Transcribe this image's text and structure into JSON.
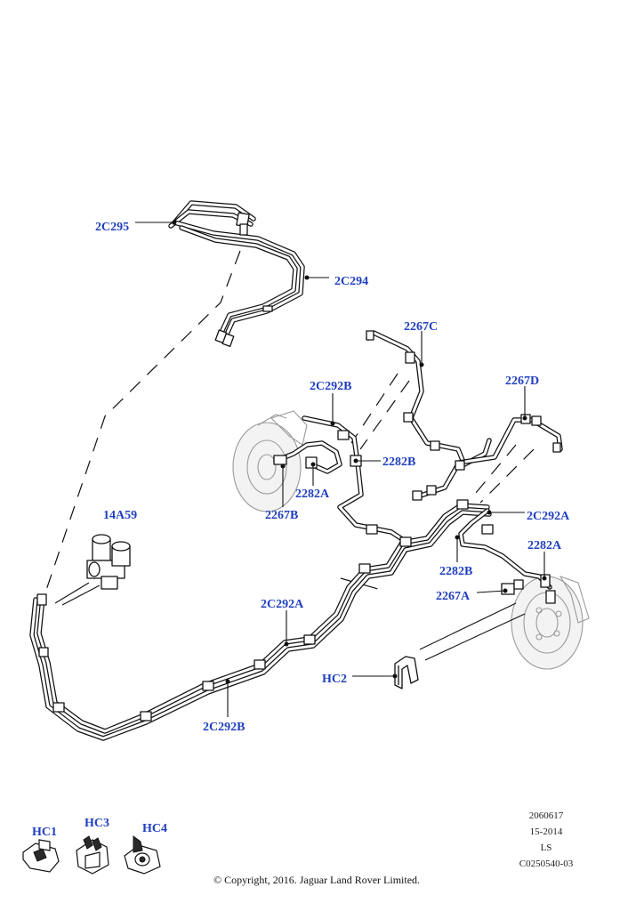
{
  "labels": {
    "c295": "2C295",
    "c294": "2C294",
    "p2267c": "2267C",
    "c292b_top": "2C292B",
    "p2267d": "2267D",
    "p2282b_top": "2282B",
    "p2282a_top": "2282A",
    "p2267b": "2267B",
    "c292a_right": "2C292A",
    "p14a59": "14A59",
    "p2282a_right": "2282A",
    "p2282b_right": "2282B",
    "p2267a": "2267A",
    "c292a_mid": "2C292A",
    "hc2": "HC2",
    "c292b_bottom": "2C292B",
    "hc1": "HC1",
    "hc3": "HC3",
    "hc4": "HC4"
  },
  "meta": {
    "line1": "2060617",
    "line2": "15-2014",
    "line3": "LS",
    "line4": "C0250540-03"
  },
  "copyright": "© Copyright, 2016. Jaguar Land Rover Limited.",
  "colors": {
    "label": "#1f3fbf",
    "line": "#111111",
    "ghost": "#9a9a9a"
  }
}
